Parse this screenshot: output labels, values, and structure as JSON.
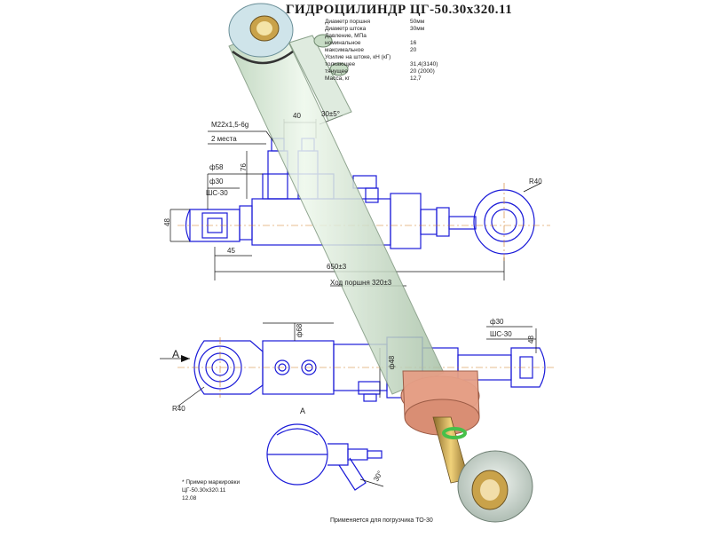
{
  "title": "ГИДРОЦИЛИНДР ЦГ-50.30х320.11",
  "specs": [
    {
      "label": "Диаметр поршня",
      "value": "50мм"
    },
    {
      "label": "Диаметр штока",
      "value": "30мм"
    },
    {
      "label": "Давление, МПа",
      "value": ""
    },
    {
      "label": "номинальное",
      "value": "16"
    },
    {
      "label": "максимальное",
      "value": "20"
    },
    {
      "label": "Усилие на штоке, кН (кГ)",
      "value": ""
    },
    {
      "label": "толкающее",
      "value": "31,4(3140)"
    },
    {
      "label": "тянущее",
      "value": "20 (2000)"
    },
    {
      "label": "Масса, кг",
      "value": "12,7"
    }
  ],
  "dims": {
    "thread": "M22x1,5-6g",
    "places": "2 места",
    "d40": "40",
    "angle": "30±5°",
    "d76": "76",
    "d58": "ф58",
    "d30a": "ф30",
    "shs30a": "ШС-30",
    "d48a": "48",
    "d45": "45",
    "d650": "650±3",
    "stroke": "Ход поршня 320±3",
    "r40a": "R40",
    "r40b": "R40",
    "d68": "ф68",
    "d30b": "ф30",
    "shs30b": "ШС-30",
    "d48b": "48",
    "d48c": "ф48",
    "viewA": "A",
    "viewA2": "A",
    "angle30": "30°"
  },
  "marking": {
    "line1": "* Пример маркировки",
    "line2": "ЦГ-50.30х320.11",
    "line3": "12.08"
  },
  "footer": "Применяется для погрузчика ТО-30",
  "colors": {
    "drawing": "#1a1ad8",
    "cylinder": "#d8ecd6",
    "cylinder_shadow": "#9fb8a0",
    "cap": "#cfe4ea",
    "gland": "#e7a48c",
    "seal": "#46c04a",
    "bushing": "#d8b25a",
    "dim_line": "#111111",
    "center_line": "#d07a20"
  }
}
